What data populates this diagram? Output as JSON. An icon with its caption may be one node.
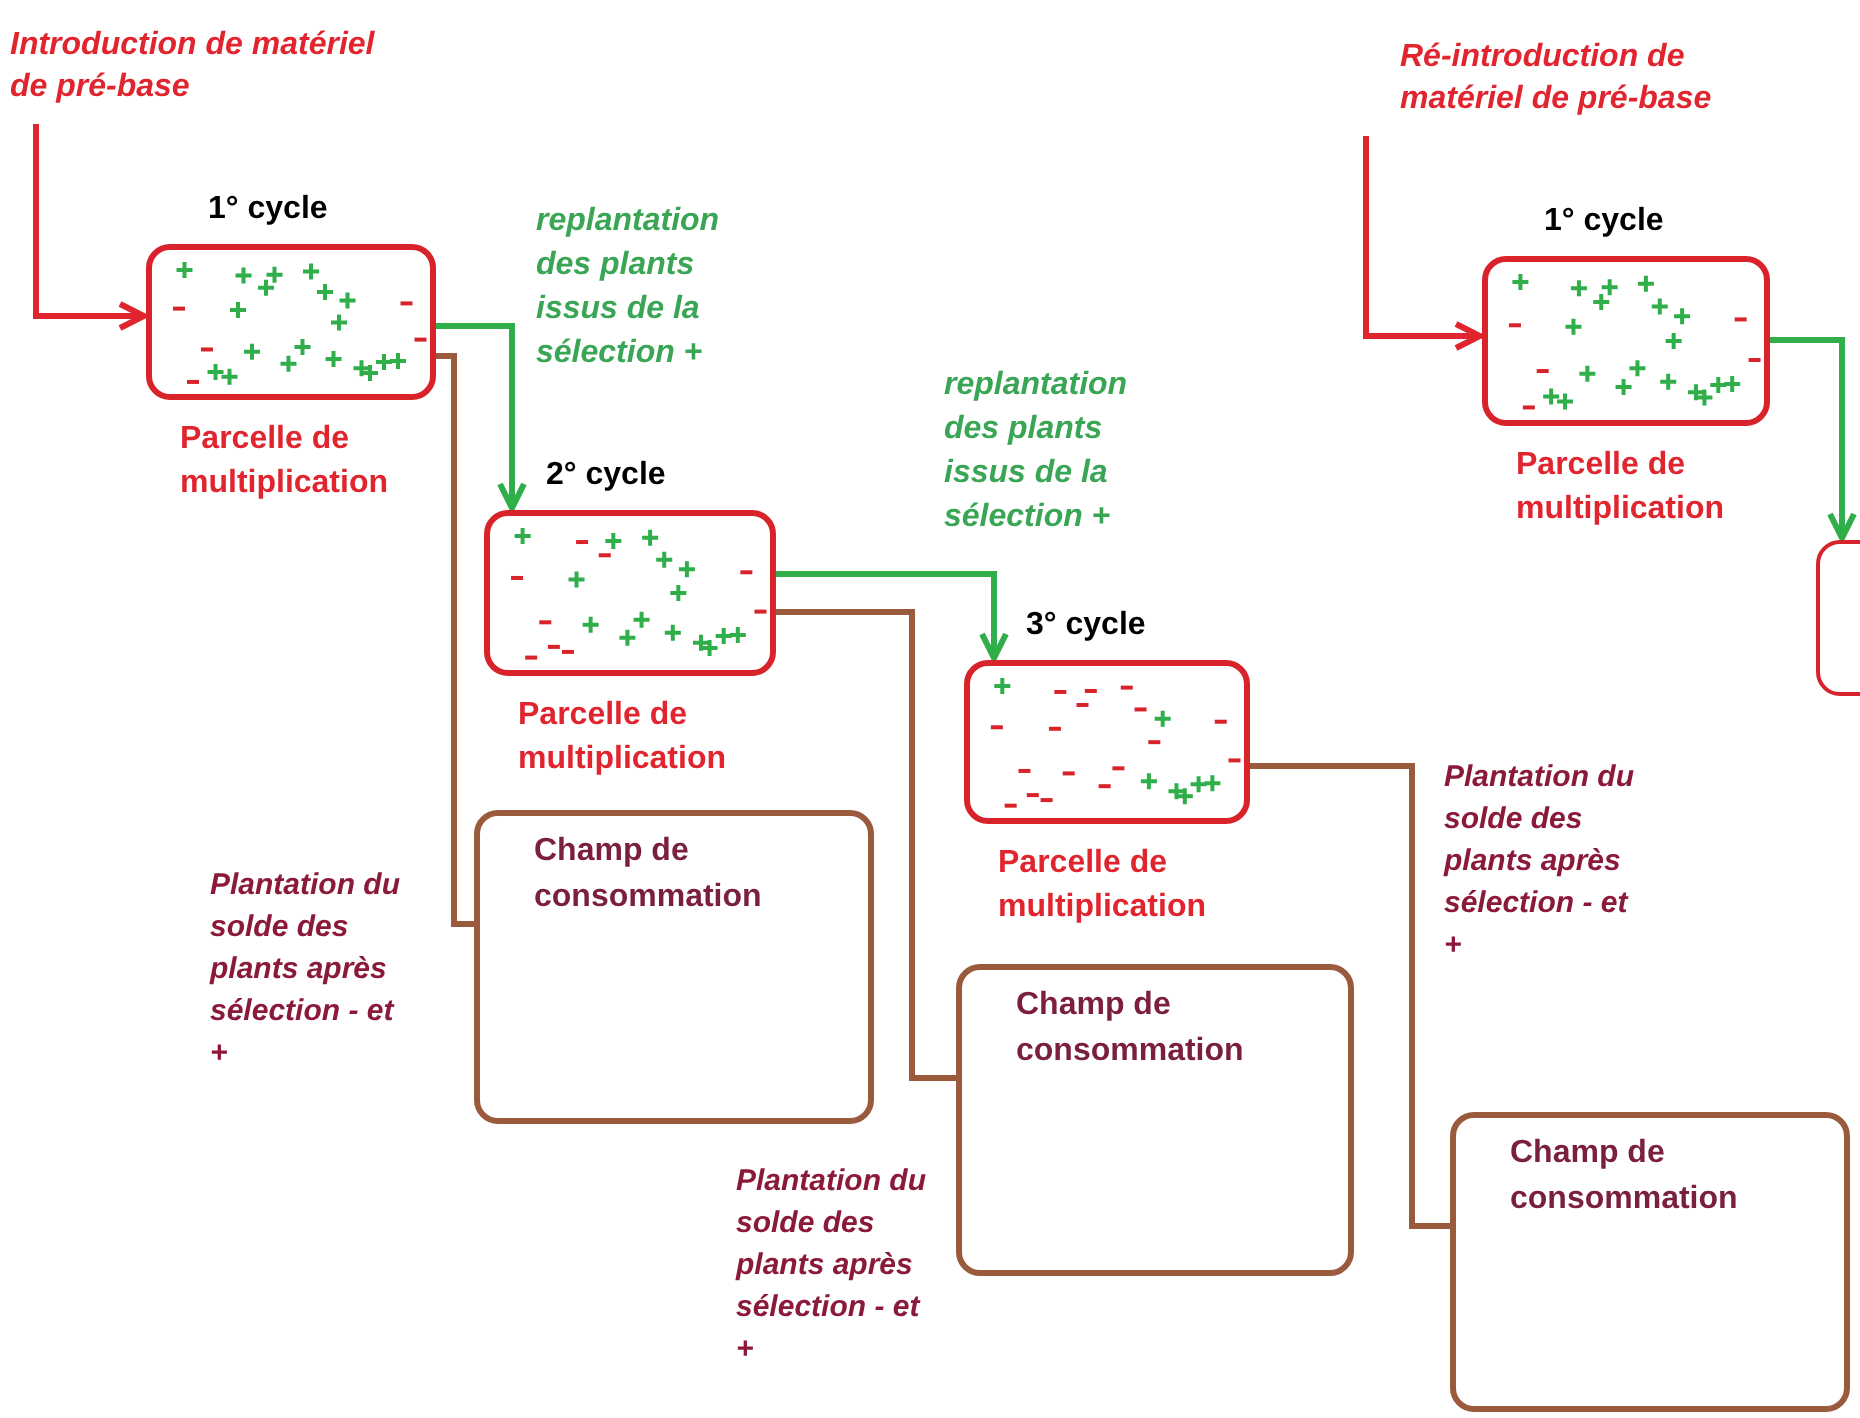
{
  "diagram": {
    "nodes": [
      {
        "text": [
          "Introduction de matériel de pré-base"
        ]
      },
      {
        "text": [
          "1° cycle"
        ],
        "beside": [
          "Parcelle de multiplication"
        ]
      },
      {
        "text": [
          "2° cycle"
        ],
        "beside": [
          "Parcelle de multiplication"
        ]
      },
      {
        "text": [
          "3° cycle"
        ],
        "beside": [
          "Parcelle de multiplication"
        ]
      },
      {
        "text": [
          "Champ de consommation"
        ]
      },
      {
        "text": [
          "Champ de consommation"
        ]
      },
      {
        "text": [
          "Champ de consommation"
        ]
      },
      {
        "text": [
          "Ré-introduction de matériel de pré-base"
        ]
      },
      {
        "text": [
          "1° cycle"
        ],
        "beside": [
          "Parcelle de multiplication"
        ]
      },
      {
        "text": [],
        "shape": "box"
      }
    ],
    "edges": [
      {
        "from": 0,
        "to": 1,
        "arrow": "to",
        "color": "#e0252f"
      },
      {
        "from": 1,
        "to": 2,
        "arrow": "to",
        "label": "replantation des plants issus de la sélection +",
        "color": "#2fae4a"
      },
      {
        "from": 1,
        "to": 4,
        "arrow": "none",
        "label": "Plantation du solde des plants après sélection - et +",
        "color": "#9a5a3c"
      },
      {
        "from": 2,
        "to": 3,
        "arrow": "to",
        "label": "replantation des plants issus de la sélection +",
        "color": "#2fae4a"
      },
      {
        "from": 2,
        "to": 5,
        "arrow": "none",
        "label": "Plantation du solde des plants après sélection - et +",
        "color": "#9a5a3c"
      },
      {
        "from": 3,
        "to": 6,
        "arrow": "none",
        "label": "Plantation du solde des plants après sélection - et +",
        "color": "#9a5a3c"
      },
      {
        "from": 7,
        "to": 8,
        "arrow": "to",
        "color": "#e0252f"
      },
      {
        "from": 8,
        "to": 9,
        "arrow": "to",
        "color": "#2fae4a"
      }
    ]
  }
}
